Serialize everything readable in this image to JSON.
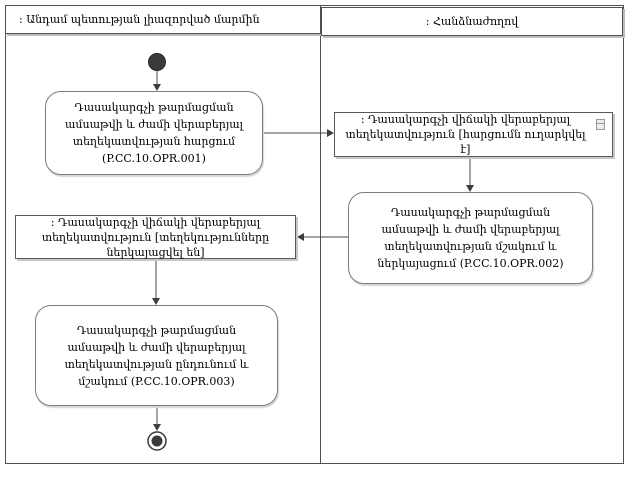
{
  "diagram": {
    "type": "uml-activity-diagram",
    "lanes": [
      {
        "title": ": Անդամ պետության լիազորված մարմին"
      },
      {
        "title": ": Հանձնաժողով"
      }
    ],
    "nodes": {
      "initial": {
        "type": "initial-node"
      },
      "action1": {
        "label": "Դասակարգչի թարմացման ամսաթվի և ժամի վերաբերյալ տեղեկատվության հարցում (P.CC.10.OPR.001)"
      },
      "object1": {
        "label": ": Դասակարգչի վիճակի վերաբերյալ տեղեկատվություն [հարցումն ուղարկվել է]"
      },
      "action2": {
        "label": "Դասակարգչի թարմացման ամսաթվի և ժամի վերաբերյալ տեղեկատվության մշակում և ներկայացում (P.CC.10.OPR.002)"
      },
      "object2": {
        "label": ": Դասակարգչի վիճակի վերաբերյալ տեղեկատվություն [տեղեկությունները ներկայացվել են]"
      },
      "action3": {
        "label": "Դասակարգչի թարմացման ամսաթվի և ժամի վերաբերյալ տեղեկատվության ընդունում և մշակում (P.CC.10.OPR.003)"
      },
      "final": {
        "type": "activity-final-node"
      }
    },
    "flows": [
      "initial -> action1",
      "action1 -> object1",
      "object1 -> action2",
      "action2 -> object2",
      "object2 -> action3",
      "action3 -> final"
    ],
    "colors": {
      "background": "#ffffff",
      "line": "#4a4a4a",
      "node_border": "#7d7d7d",
      "object_border": "#595959",
      "text": "#000000"
    }
  }
}
